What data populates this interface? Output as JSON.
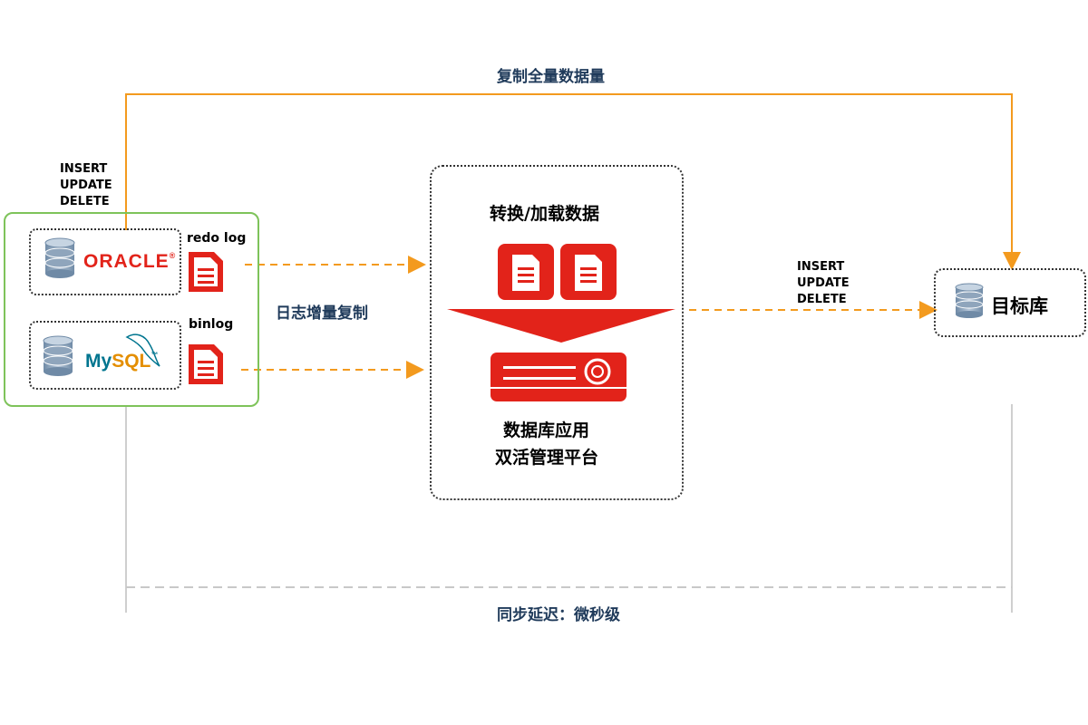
{
  "top_label": "复制全量数据量",
  "left_ops": [
    "INSERT",
    "UPDATE",
    "DELETE"
  ],
  "sources": {
    "oracle": {
      "logo_text": "ORACLE",
      "log_label": "redo log"
    },
    "mysql": {
      "logo_my": "My",
      "logo_sql": "SQL",
      "log_label": "binlog"
    }
  },
  "incremental_label": "日志增量复制",
  "platform": {
    "title": "转换/加载数据",
    "name_line1": "数据库应用",
    "name_line2": "双活管理平台"
  },
  "right_ops": [
    "INSERT",
    "UPDATE",
    "DELETE"
  ],
  "target_label": "目标库",
  "bottom_label": "同步延迟：微秒级",
  "colors": {
    "orange": "#f39a1e",
    "red": "#e2231a",
    "green_border": "#7ec35a",
    "gray_line": "#c8c8c8",
    "label_blue": "#1f3a5a"
  },
  "icons": [
    "database-icon",
    "document-icon",
    "arrow-down-icon",
    "server-icon",
    "dolphin-icon"
  ]
}
